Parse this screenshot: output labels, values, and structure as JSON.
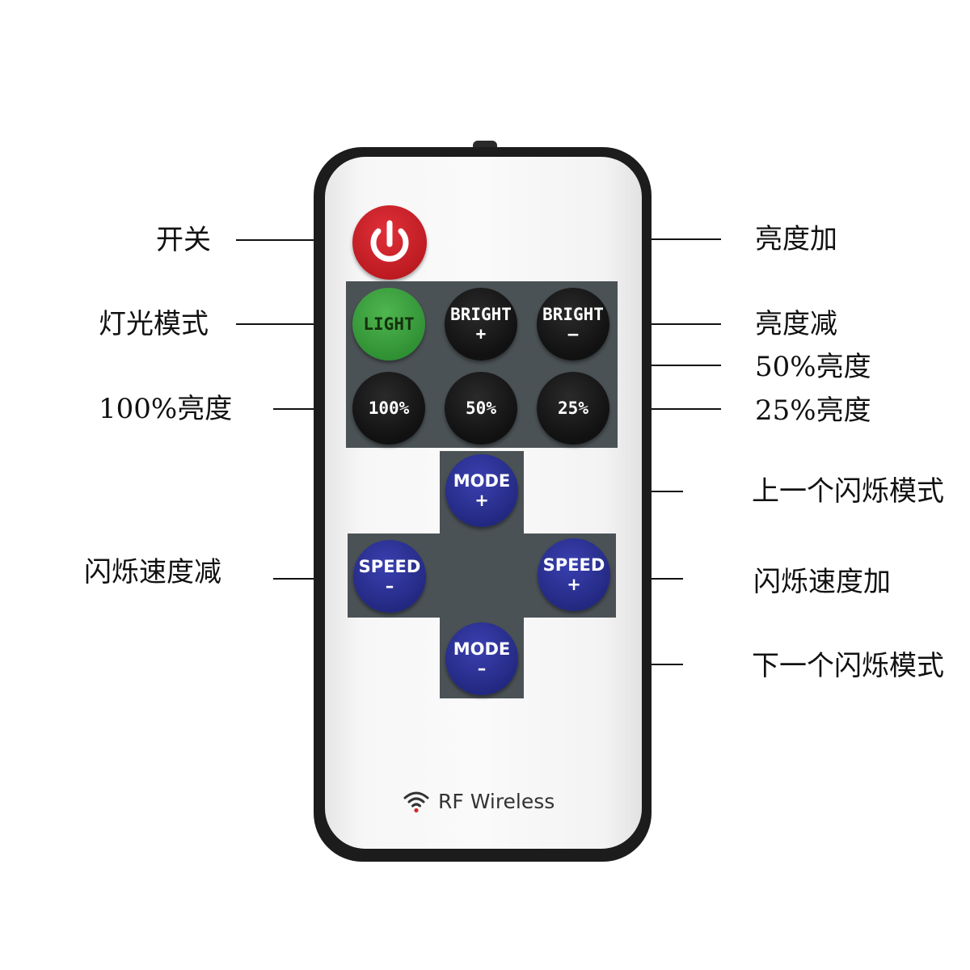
{
  "labels": {
    "power": "开关",
    "light_mode": "灯光模式",
    "brightness_100": "100%亮度",
    "flash_speed_down": "闪烁速度减",
    "brightness_up": "亮度加",
    "brightness_down": "亮度减",
    "brightness_50": "50%亮度",
    "brightness_25": "25%亮度",
    "prev_flash_mode": "上一个闪烁模式",
    "flash_speed_up": "闪烁速度加",
    "next_flash_mode": "下一个闪烁模式"
  },
  "buttons": {
    "light": "LIGHT",
    "bright_up": {
      "top": "BRIGHT",
      "bottom": "+"
    },
    "bright_down": {
      "top": "BRIGHT",
      "bottom": "–"
    },
    "b100": "100%",
    "b50": "50%",
    "b25": "25%",
    "mode_up": {
      "top": "MODE",
      "bottom": "+"
    },
    "mode_down": {
      "top": "MODE",
      "bottom": "–"
    },
    "speed_down": {
      "top": "SPEED",
      "bottom": "–"
    },
    "speed_up": {
      "top": "SPEED",
      "bottom": "+"
    }
  },
  "brand": "RF Wireless",
  "colors": {
    "power": "#c8202a",
    "light": "#3a9e3f",
    "dark_button": "#1a1a1a",
    "blue_button": "#2a2f8f",
    "panel": "#4b5256"
  },
  "icons": {
    "power": "power-icon",
    "wifi": "wifi-icon"
  }
}
